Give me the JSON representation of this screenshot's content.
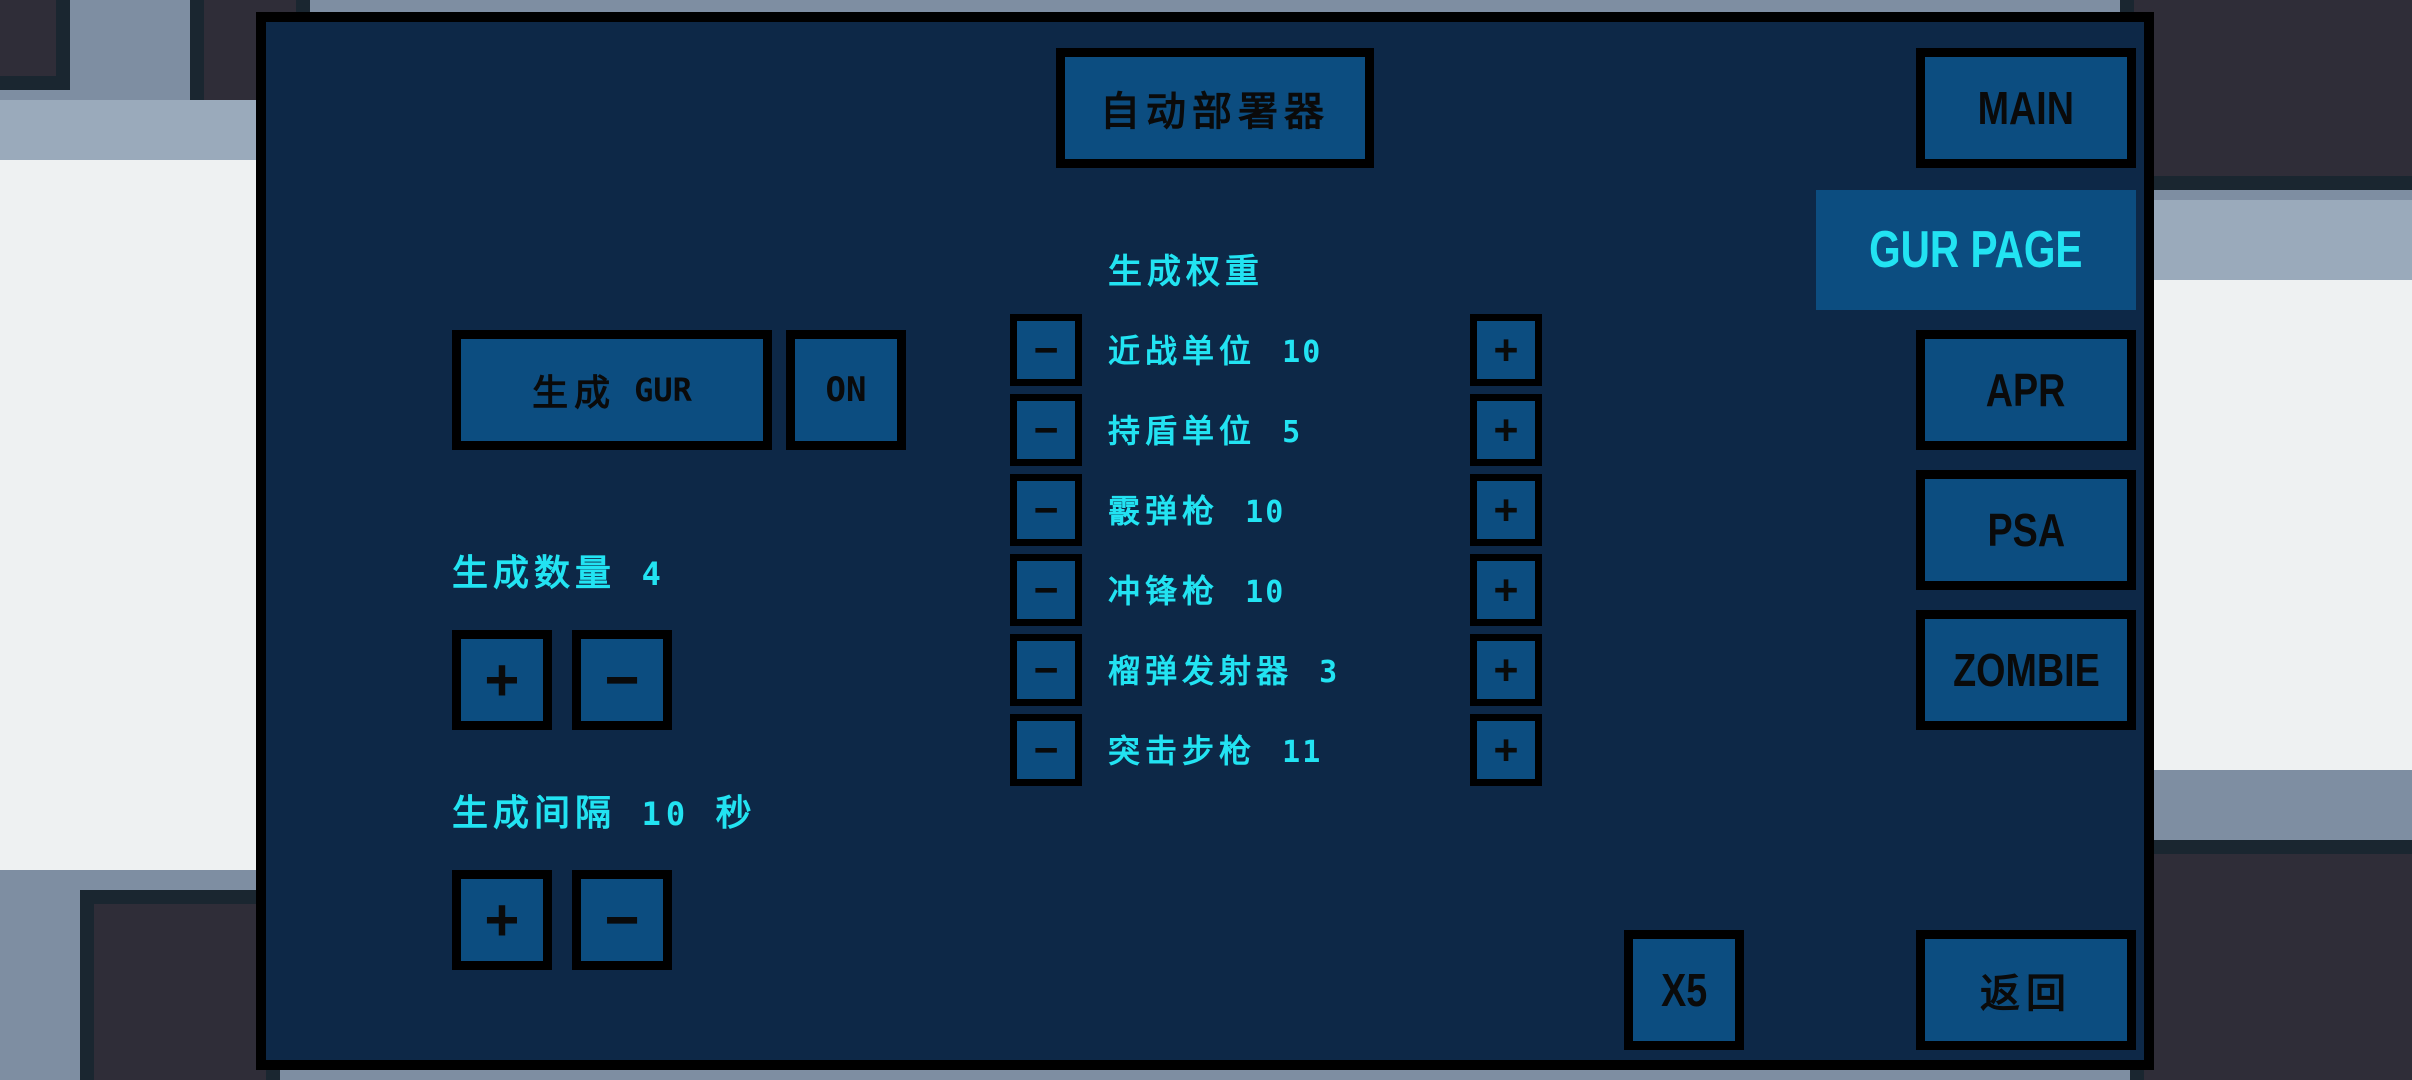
{
  "header": {
    "title": "自动部署器"
  },
  "nav": {
    "main": "MAIN",
    "gur_page": "GUR PAGE",
    "apr": "APR",
    "psa": "PSA",
    "zombie": "ZOMBIE",
    "x5": "X5",
    "back": "返回"
  },
  "spawn": {
    "button_label": "生成",
    "button_unit": "GUR",
    "toggle": "ON",
    "count_label": "生成数量",
    "count_value": "4",
    "interval_label": "生成间隔",
    "interval_value": "10",
    "interval_unit": "秒",
    "plus": "+",
    "minus": "−"
  },
  "weights": {
    "title": "生成权重",
    "plus": "+",
    "minus": "−",
    "rows": [
      {
        "name": "近战单位",
        "value": "10"
      },
      {
        "name": "持盾单位",
        "value": "5"
      },
      {
        "name": "霰弹枪",
        "value": "10"
      },
      {
        "name": "冲锋枪",
        "value": "10"
      },
      {
        "name": "榴弹发射器",
        "value": "3"
      },
      {
        "name": "突击步枪",
        "value": "11"
      }
    ]
  },
  "colors": {
    "panel_bg": "#0d2847",
    "button_bg": "#0c4d80",
    "accent_text": "#22e3f2",
    "border": "#000000"
  }
}
